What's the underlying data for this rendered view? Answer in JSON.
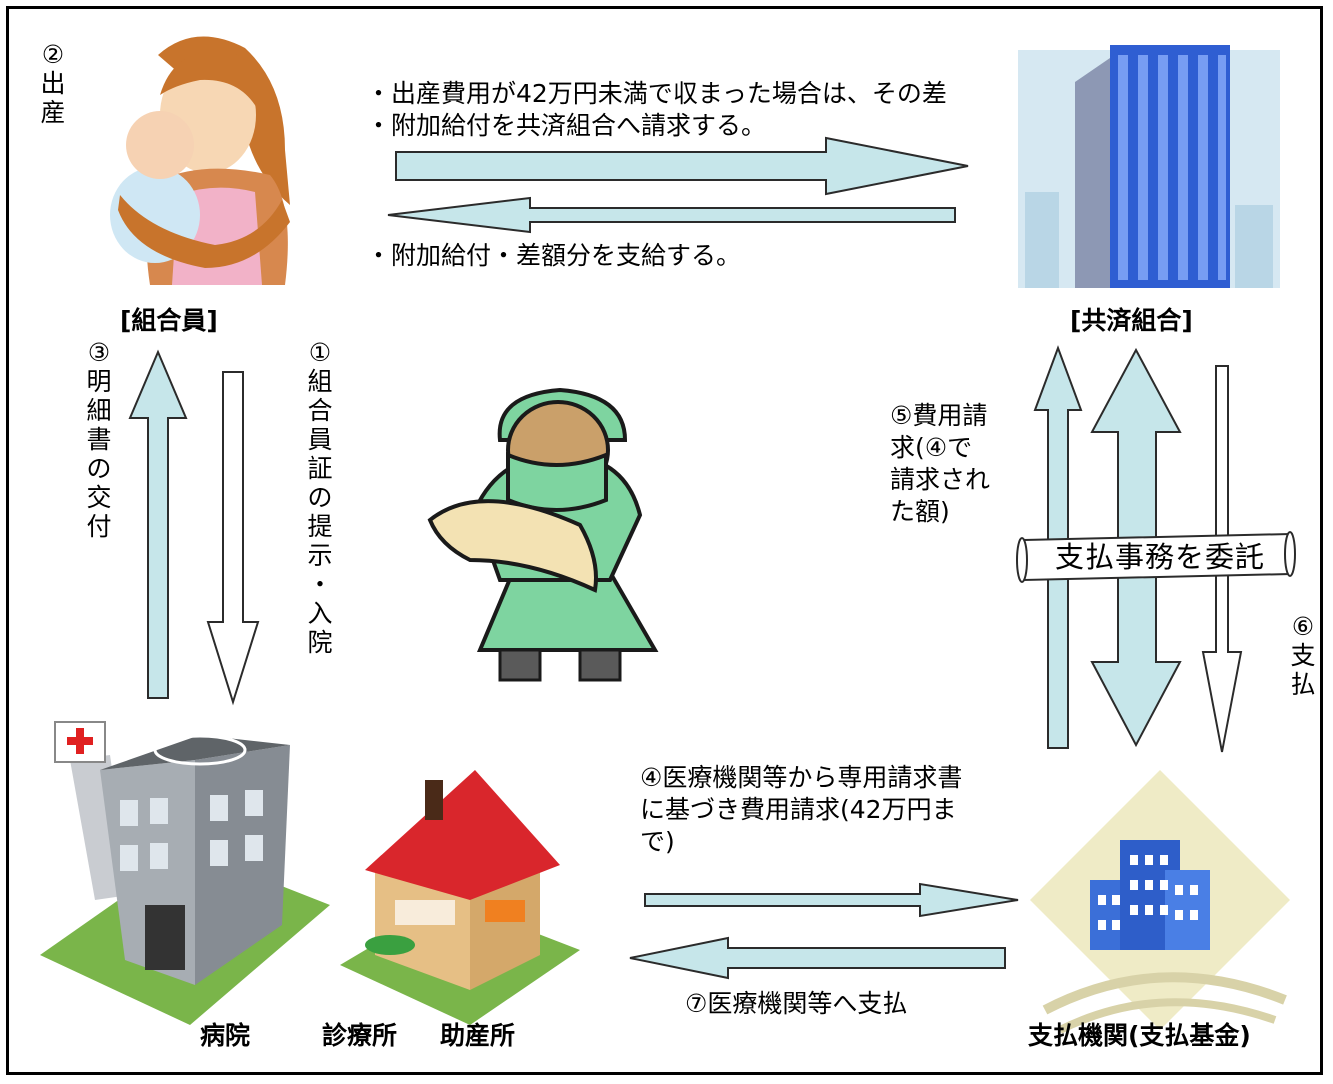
{
  "labels": {
    "member": "[組合員]",
    "union": "[共済組合]",
    "payment_org": "支払機関(支払基金)",
    "hospital": "病院",
    "clinic": "診療所",
    "midwife": "助産所",
    "delegate_banner": "支払事務を委託"
  },
  "steps": {
    "step2_num": "②",
    "step2_chars": [
      "出",
      "産"
    ],
    "step3_num": "③",
    "step3_chars": [
      "明",
      "細",
      "書",
      "の",
      "交",
      "付"
    ],
    "step1_num": "①",
    "step1_chars": [
      "組",
      "合",
      "員",
      "証",
      "の",
      "提",
      "示",
      "・",
      "入",
      "院"
    ],
    "step6_num": "⑥",
    "step6_chars": [
      "支",
      "払"
    ],
    "step5_lines": [
      "⑤費用請",
      "求(④で",
      "請求され",
      "た額)"
    ],
    "step4_lines": [
      "④医療機関等から専用請求書",
      "に基づき費用請求(42万円ま",
      "で)"
    ],
    "step7": "⑦医療機関等へ支払"
  },
  "notes": {
    "claim_line1": "・出産費用が42万円未満で収まった場合は、その差",
    "claim_line2": "・附加給付を共済組合へ請求する。",
    "pay_line": "・附加給付・差額分を支給する。"
  },
  "colors": {
    "arrow_fill": "#c6e6ea",
    "arrow_stroke": "#2b2b2b",
    "nurse_green": "#7ed4a0",
    "hospital_grey": "#9aa0a6",
    "house_red": "#d9262c",
    "building_blue": "#3b6fd8"
  },
  "icons": [
    "mother-baby-icon",
    "office-tower-icon",
    "nurse-newborn-icon",
    "hospital-icon",
    "clinic-house-icon",
    "payment-building-icon"
  ]
}
